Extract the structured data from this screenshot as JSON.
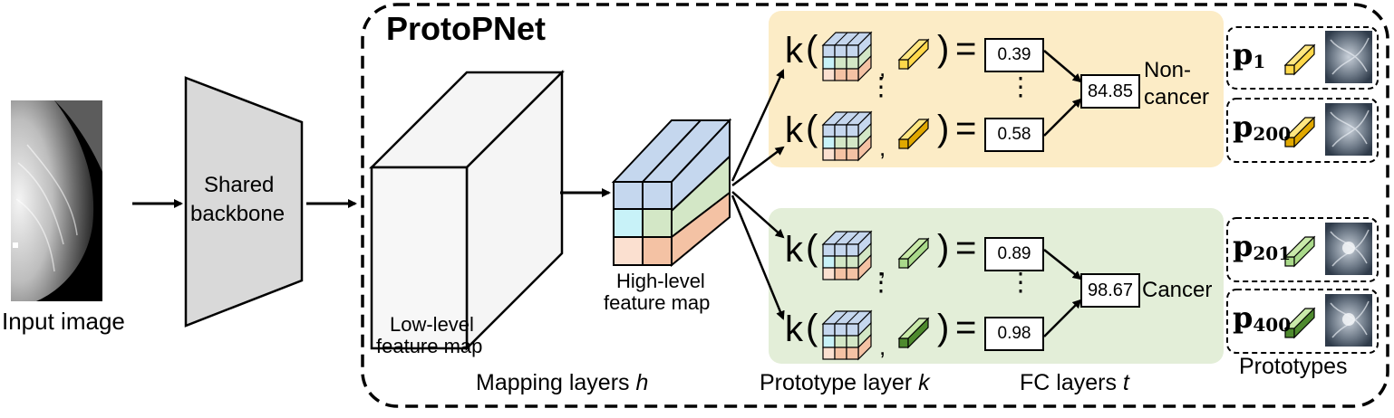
{
  "title": "ProtoPNet",
  "input_label": "Input image",
  "backbone_label": [
    "Shared",
    "backbone"
  ],
  "low_level_label": [
    "Low-level",
    "feature map"
  ],
  "high_level_label": [
    "High-level",
    "feature map"
  ],
  "section_labels": {
    "mapping": "Mapping layers ",
    "mapping_var": "h",
    "prototype": "Prototype layer ",
    "prototype_var": "k",
    "fc": "FC layers ",
    "fc_var": "t",
    "prototypes": "Prototypes"
  },
  "kernel_symbol": "k",
  "equals_symbol": "=",
  "comma_symbol": ",",
  "vdots": "⋮",
  "rows": {
    "noncancer": {
      "similarities": [
        "0.39",
        "0.58"
      ],
      "score": "84.85",
      "class_label": [
        "Non-",
        "cancer"
      ],
      "prototypes": [
        {
          "name": "p",
          "index": "1"
        },
        {
          "name": "p",
          "index": "200"
        }
      ]
    },
    "cancer": {
      "similarities": [
        "0.89",
        "0.98"
      ],
      "score": "98.67",
      "class_label": [
        "Cancer"
      ],
      "prototypes": [
        {
          "name": "p",
          "index": "201"
        },
        {
          "name": "p",
          "index": "400"
        }
      ]
    }
  },
  "colors": {
    "noncancer_bg": "#fcecc6",
    "cancer_bg": "#e3eed8",
    "backbone_fill": "#d9d9d9",
    "fm_blue": "#c5d7ee",
    "fm_green": "#d3e7c6",
    "fm_orange": "#f4c2a4",
    "fm_cyan": "#c8f2f8",
    "proto_yellow_light": "#ffe680",
    "proto_yellow_dark": "#e0a800",
    "proto_green_light": "#c9e9a9",
    "proto_green_dark": "#4e8a2e"
  }
}
